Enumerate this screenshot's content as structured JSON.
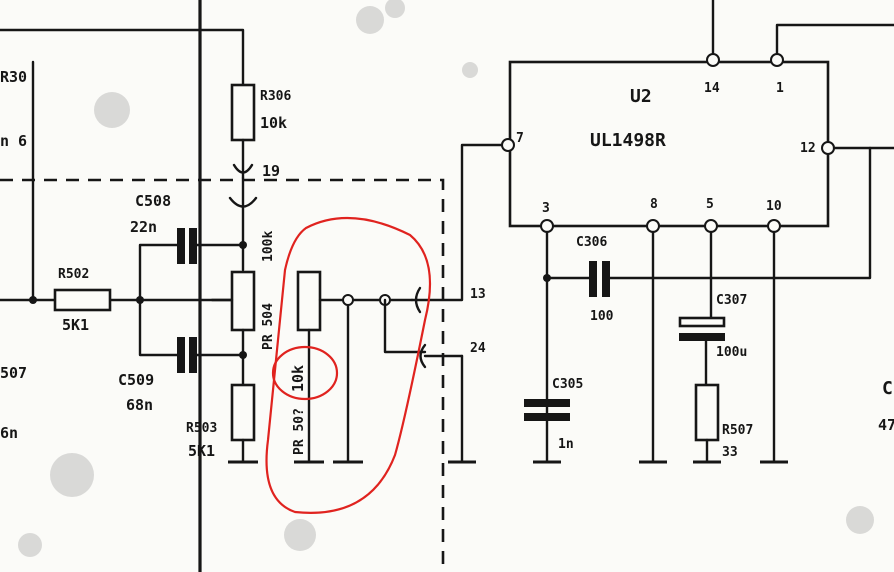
{
  "ic": {
    "name": "U2",
    "part": "UL1498R",
    "pins": {
      "p14": "14",
      "p1": "1",
      "p7": "7",
      "p12": "12",
      "p3": "3",
      "p8": "8",
      "p5": "5",
      "p10": "10"
    }
  },
  "labels": {
    "r306_name": "R306",
    "r306_val": "10k",
    "node19": "19",
    "c508_name": "C508",
    "c508_val": "22n",
    "r502_name": "R502",
    "r502_val": "5K1",
    "pr504_val": "100k",
    "pr504_name": "PR 504",
    "c509_name": "C509",
    "c509_val": "68n",
    "r503_name": "R503",
    "r503_val": "5K1",
    "new_pot_val": "10k",
    "new_pot_name": "PR 50?",
    "node13": "13",
    "node24": "24",
    "c306_name": "C306",
    "c306_val": "100",
    "c307_name": "C307",
    "c307_val": "100u",
    "c305_name": "C305",
    "c305_val": "1n",
    "r507_name": "R507",
    "r507_val": "33",
    "edge_left_1": "R30",
    "edge_left_2": "n 6",
    "edge_left_3": "507",
    "edge_left_4": "6n",
    "edge_right_1": "C",
    "edge_right_2": "47"
  }
}
